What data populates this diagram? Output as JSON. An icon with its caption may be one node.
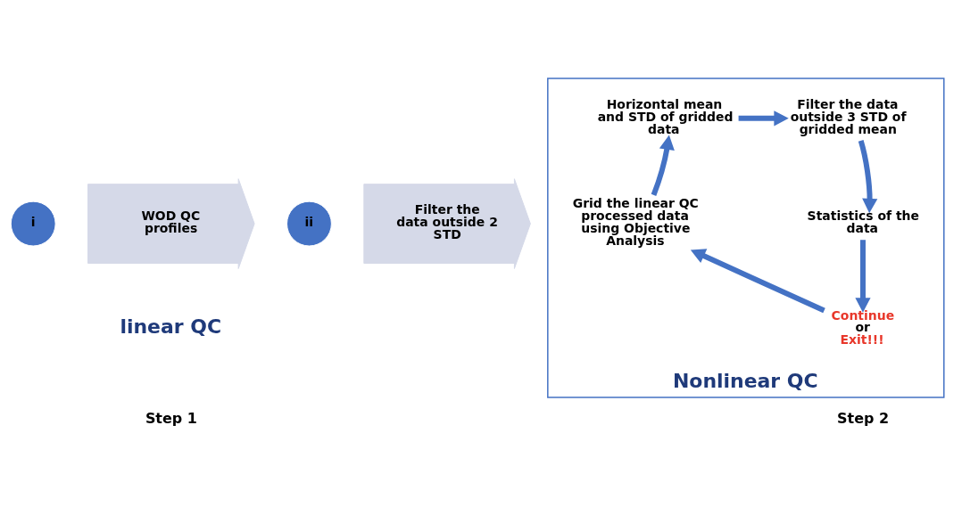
{
  "diagram": {
    "nodes": [
      {
        "text": [
          "i"
        ]
      },
      {
        "text": [
          "WOD QC profiles"
        ]
      },
      {
        "text": [
          "ii"
        ]
      },
      {
        "text": [
          "Filter the data outside 2 STD"
        ]
      },
      {
        "text": [
          "Nonlinear QC"
        ]
      },
      {
        "text": [
          "Horizontal mean and STD of gridded data"
        ],
        "in": 4
      },
      {
        "text": [
          "Filter the data outside 3 STD of gridded mean"
        ],
        "in": 4
      },
      {
        "text": [
          "Statistics of the data"
        ],
        "in": 4
      },
      {
        "text": [
          "Continue",
          "or",
          "Exit!!!"
        ],
        "in": 4
      },
      {
        "text": [
          "Grid the linear QC processed data using Objective Analysis"
        ],
        "in": 4
      }
    ],
    "edges": [
      {
        "from": 5,
        "to": 6,
        "arrow": "to"
      },
      {
        "from": 6,
        "to": 7,
        "arrow": "to"
      },
      {
        "from": 7,
        "to": 8,
        "arrow": "to"
      },
      {
        "from": 8,
        "to": 9,
        "arrow": "to"
      },
      {
        "from": 9,
        "to": 5,
        "arrow": "to"
      }
    ],
    "labels": [
      "linear QC",
      "Step 1",
      "Step 2"
    ]
  }
}
